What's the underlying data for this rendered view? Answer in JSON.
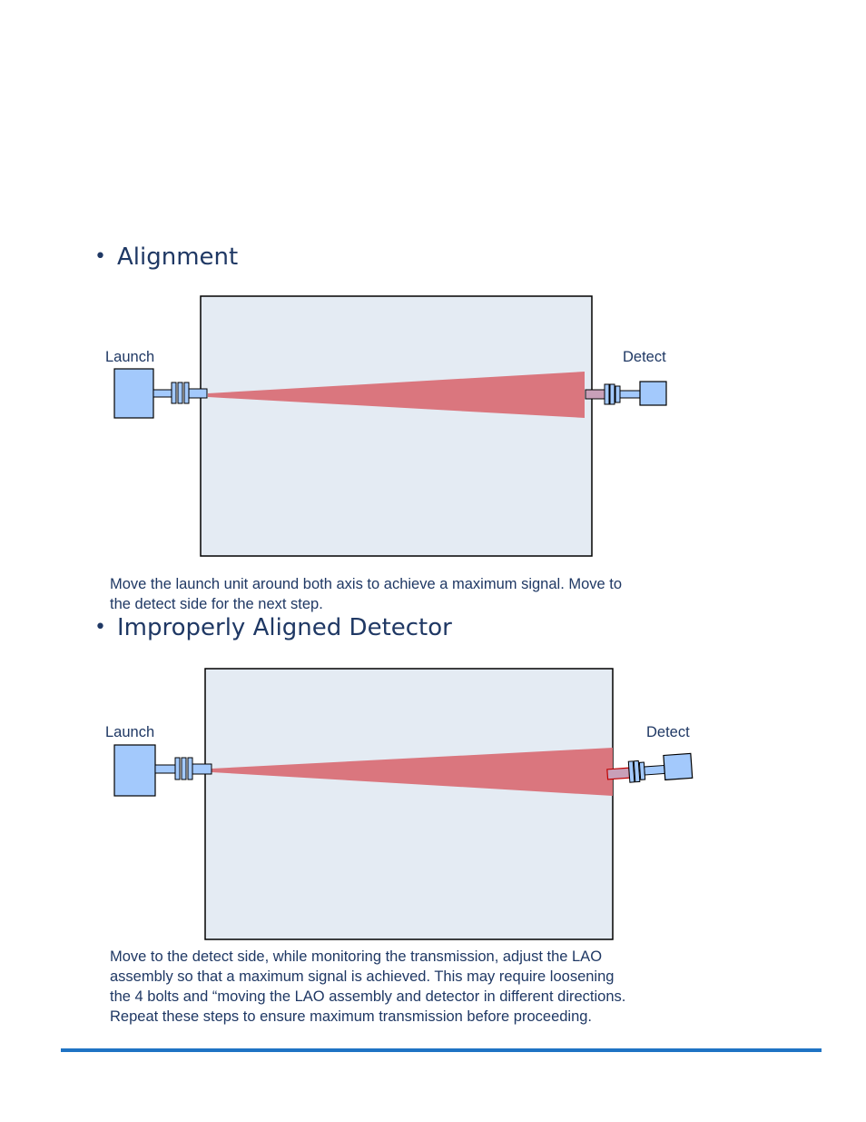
{
  "sections": [
    {
      "heading": "Alignment",
      "launch_label": "Launch",
      "detect_label": "Detect",
      "caption_lines": [
        "Move the launch unit around both axis to achieve a maximum signal. Move to",
        "the detect side for the next step."
      ]
    },
    {
      "heading": "Improperly Aligned Detector",
      "launch_label": "Launch",
      "detect_label": "Detect",
      "caption_lines": [
        "Move to the detect side, while monitoring the transmission, adjust the LAO",
        "assembly so that a maximum signal is achieved. This may require loosening",
        "the 4 bolts and “moving the LAO assembly and detector in different directions.",
        "Repeat these steps to ensure maximum transmission before proceeding."
      ]
    }
  ],
  "colors": {
    "heading_text": "#1f3864",
    "chamber_fill": "#e4ebf3",
    "beam_fill": "#d97077",
    "unit_fill": "#a3c9fc",
    "footer_rule": "#1f73c4"
  }
}
